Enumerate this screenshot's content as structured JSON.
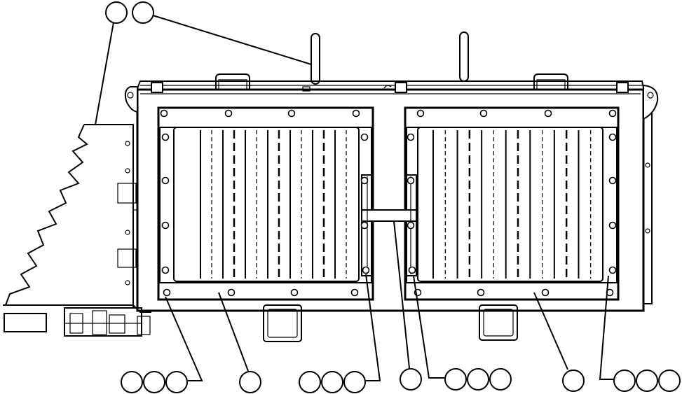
{
  "diagram": {
    "title": "",
    "callout_groups": [
      {
        "id": "top-left",
        "balloons": 2,
        "labels": [
          "",
          ""
        ]
      },
      {
        "id": "bottom-1",
        "balloons": 3,
        "labels": [
          "",
          "",
          ""
        ]
      },
      {
        "id": "bottom-2",
        "balloons": 1,
        "labels": [
          ""
        ]
      },
      {
        "id": "bottom-3",
        "balloons": 3,
        "labels": [
          "",
          "",
          ""
        ]
      },
      {
        "id": "bottom-4",
        "balloons": 1,
        "labels": [
          ""
        ]
      },
      {
        "id": "bottom-5",
        "balloons": 3,
        "labels": [
          "",
          "",
          ""
        ]
      },
      {
        "id": "bottom-6",
        "balloons": 1,
        "labels": [
          ""
        ]
      },
      {
        "id": "bottom-7",
        "balloons": 3,
        "labels": [
          "",
          "",
          ""
        ]
      }
    ],
    "panels": [
      {
        "name": "left-panel",
        "slats": 7
      },
      {
        "name": "right-panel",
        "slats": 7
      }
    ]
  }
}
